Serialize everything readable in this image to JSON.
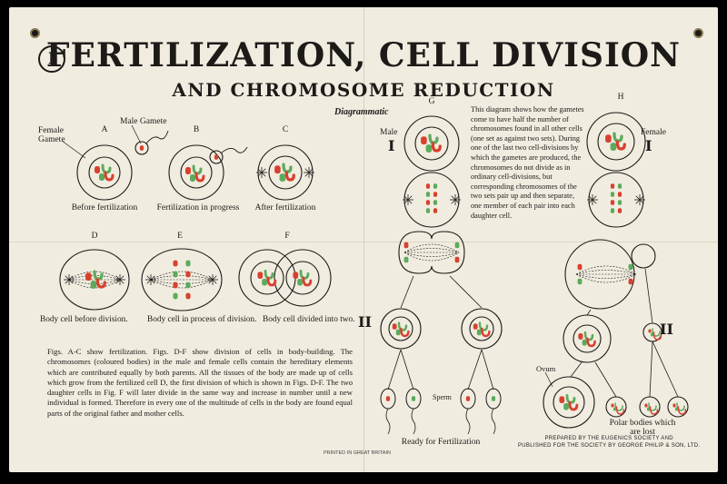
{
  "chart_number": "I",
  "title": "FERTILIZATION, CELL DIVISION",
  "subtitle": "AND CHROMOSOME REDUCTION",
  "diagrammatic_label": "Diagrammatic",
  "colors": {
    "red": "#d8412f",
    "green": "#5cab5c",
    "ink": "#1d1b18",
    "paper": "#f1ece0"
  },
  "left_panel": {
    "female_gamete_label": "Female\nGamete",
    "male_gamete_label": "Male Gamete",
    "figure_letters": [
      "A",
      "B",
      "C",
      "D",
      "E",
      "F"
    ],
    "captions_top": [
      "Before fertilization",
      "Fertilization in progress",
      "After fertilization"
    ],
    "captions_bottom": [
      "Body cell before division.",
      "Body cell in process of division.",
      "Body cell divided into two."
    ],
    "paragraph": "Figs. A-C show fertilization. Figs. D-F show division of cells in body-building. The chromosomes (coloured bodies) in the male and female cells contain the hereditary elements which are contributed equally by both parents. All the tissues of the body are made up of cells which grow from the fertilized cell D, the first division of which is shown in Figs. D-F. The two daughter cells in Fig. F will later divide in the same way and increase in number until a new individual is formed. Therefore in every one of the multitude of cells in the body are found equal parts of the original father and mother cells.",
    "printed_in": "PRINTED IN GREAT BRITAIN"
  },
  "right_panel": {
    "male_label": "Male",
    "female_label": "Female",
    "roman_one": "I",
    "roman_two": "II",
    "letter_g": "G",
    "letter_h": "H",
    "description": "This diagram shows how the gametes come to have half the number of chromosomes found in all other cells (one set as against two sets). During one of the last two cell-divisions by which the gametes are produced, the chromosomes do not divide as in ordinary cell-divisions, but corresponding chromosomes of the two sets pair up and then separate, one member of each pair into each daughter cell.",
    "sperm_label": "Sperm",
    "ovum_label": "Ovum",
    "ready_label": "Ready for Fertilization",
    "polar_label": "Polar bodies which\nare lost",
    "credit": "PREPARED BY THE EUGENICS SOCIETY AND\nPUBLISHED FOR THE SOCIETY BY GEORGE PHILIP & SON, LTD."
  }
}
